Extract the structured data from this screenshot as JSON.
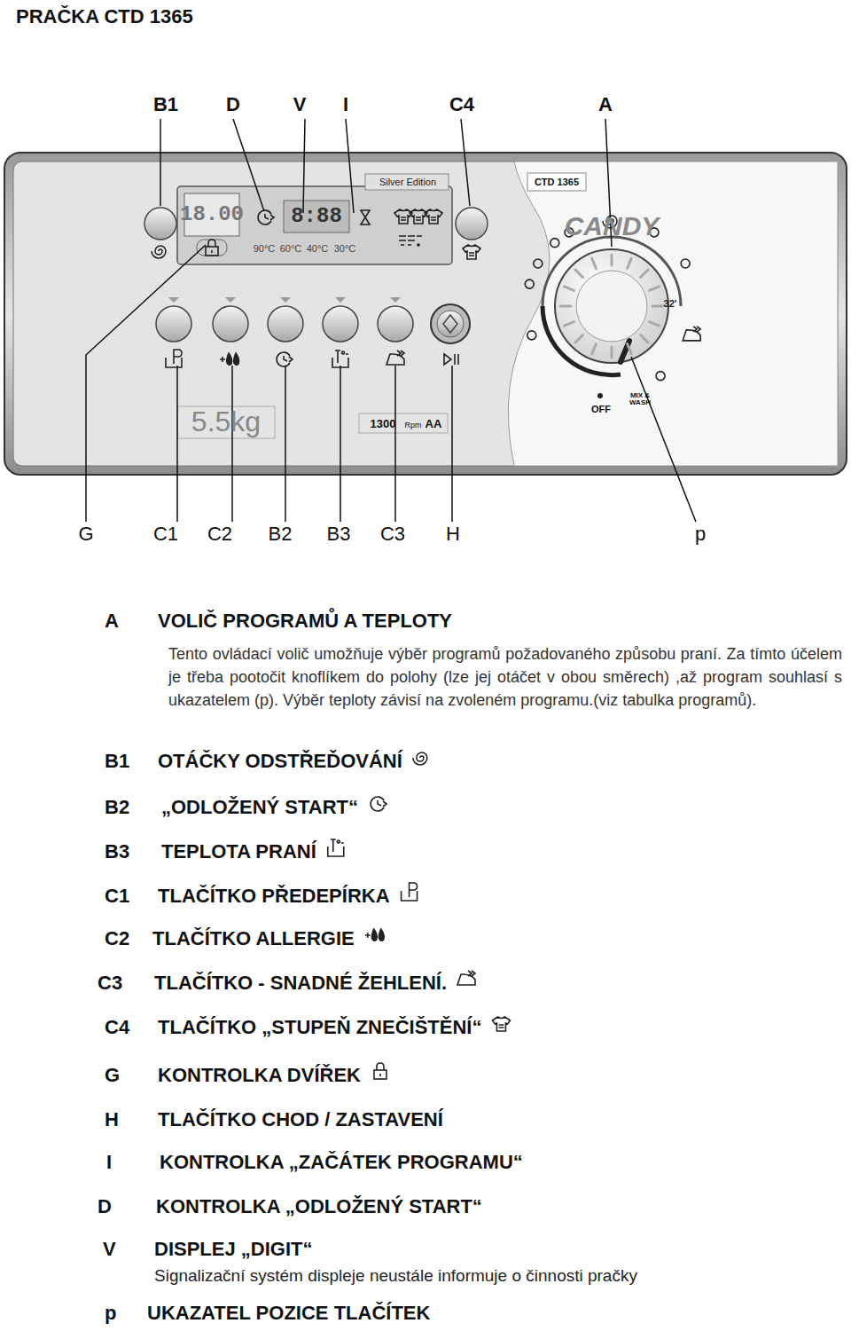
{
  "diagram": {
    "title": "PRAČKA CTD 1365",
    "labels": [
      "B1",
      "D",
      "V",
      "I",
      "C4",
      "A",
      "Silver Edition",
      "CTD 1365",
      "CANDY",
      "18.00",
      "8:88",
      "90°C",
      "60°C",
      "40°C",
      "30°C",
      "32'",
      "OFF",
      "MIX & WASH",
      "5.5kg",
      "1300",
      "Rpm",
      "AA",
      "G",
      "C1",
      "C2",
      "B2",
      "B3",
      "C3",
      "H",
      "p",
      "A",
      "VOLIČ PROGRAMŮ A TEPLOTY",
      "Tento ovládací volič umožňuje výběr programů požadovaného způsobu praní. Za tímto účelem je třeba pootočit knoflíkem do polohy (lze jej otáčet v obou směrech) ,až program souhlasí s ukazatelem (p). Výběr teploty závisí na zvoleném programu.(viz tabulka programů).",
      "B1",
      "OTÁČKY ODSTŘEĎOVÁNÍ",
      "B2",
      "„ODLOŽENÝ START“",
      "B3",
      "TEPLOTA PRANÍ",
      "C1",
      "TLAČÍTKO PŘEDEPÍRKA",
      "C2",
      "TLAČÍTKO ALLERGIE",
      "C3",
      "TLAČÍTKO - SNADNÉ ŽEHLENÍ.",
      "C4",
      "TLAČÍTKO „STUPEŇ ZNEČIŠTĚNÍ“",
      "G",
      "KONTROLKA DVÍŘEK",
      "H",
      "TLAČÍTKO CHOD / ZASTAVENÍ",
      "I",
      "KONTROLKA „ZAČÁTEK PROGRAMU“",
      "D",
      "KONTROLKA „ODLOŽENÝ START“",
      "V",
      "DISPLEJ „DIGIT“",
      "Signalizační systém displeje neustále informuje o činnosti pračky",
      "p",
      "UKAZATEL POZICE TLAČÍTEK"
    ]
  }
}
